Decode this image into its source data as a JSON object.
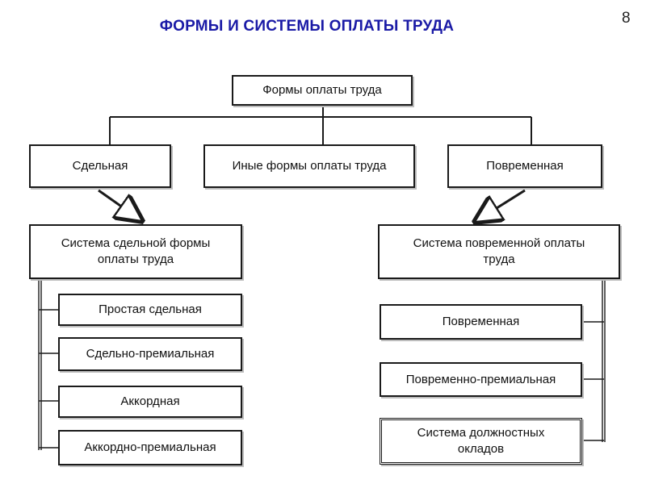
{
  "header": {
    "title": "ФОРМЫ И СИСТЕМЫ ОПЛАТЫ ТРУДА",
    "page_number": "8"
  },
  "colors": {
    "title": "#1a1aa6",
    "line": "#1a1a1a"
  },
  "diagram": {
    "root": "Формы оплаты труда",
    "forms": {
      "piece": "Сдельная",
      "other": "Иные формы оплаты труда",
      "time": "Повременная"
    },
    "systems": {
      "piece_system": "Система сдельной формы оплаты труда",
      "time_system": "Система повременной оплаты труда"
    },
    "piece_items": [
      "Простая сдельная",
      "Сдельно-премиальная",
      "Аккордная",
      "Аккордно-премиальная"
    ],
    "time_items": [
      "Повременная",
      "Повременно-премиальная",
      "Система должностных окладов"
    ]
  }
}
